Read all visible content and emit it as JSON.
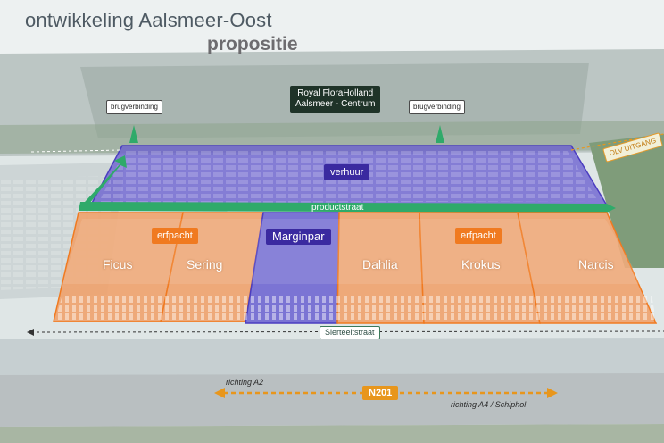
{
  "header": {
    "title": "ontwikkeling Aalsmeer-Oost",
    "subtitle": "propositie"
  },
  "labels": {
    "royal_line1": "Royal FloraHolland",
    "royal_line2": "Aalsmeer - Centrum",
    "brug_left": "brugverbinding",
    "brug_right": "brugverbinding",
    "olv": "OLV UITGANG",
    "verhuur": "verhuur",
    "productstraat": "productstraat",
    "erfpacht_left": "erfpacht",
    "erfpacht_right": "erfpacht",
    "sierteeltstraat": "Sierteeltstraat",
    "n201": "N201",
    "richting_a2": "richting A2",
    "richting_a4": "richting A4 / Schiphol"
  },
  "plots": [
    {
      "name": "Ficus",
      "type": "erfpacht"
    },
    {
      "name": "Sering",
      "type": "erfpacht"
    },
    {
      "name": "Marginpar",
      "type": "verhuur"
    },
    {
      "name": "Dahlia",
      "type": "erfpacht"
    },
    {
      "name": "Krokus",
      "type": "erfpacht"
    },
    {
      "name": "Narcis",
      "type": "erfpacht"
    }
  ],
  "colors": {
    "orange_plot": "#f0a06a",
    "orange_border": "#f07a20",
    "purple_plot": "#6a5fd0",
    "purple_tag": "#3a2aa0",
    "green_arrow": "#2faa6a",
    "road_orange": "#e8961c"
  }
}
